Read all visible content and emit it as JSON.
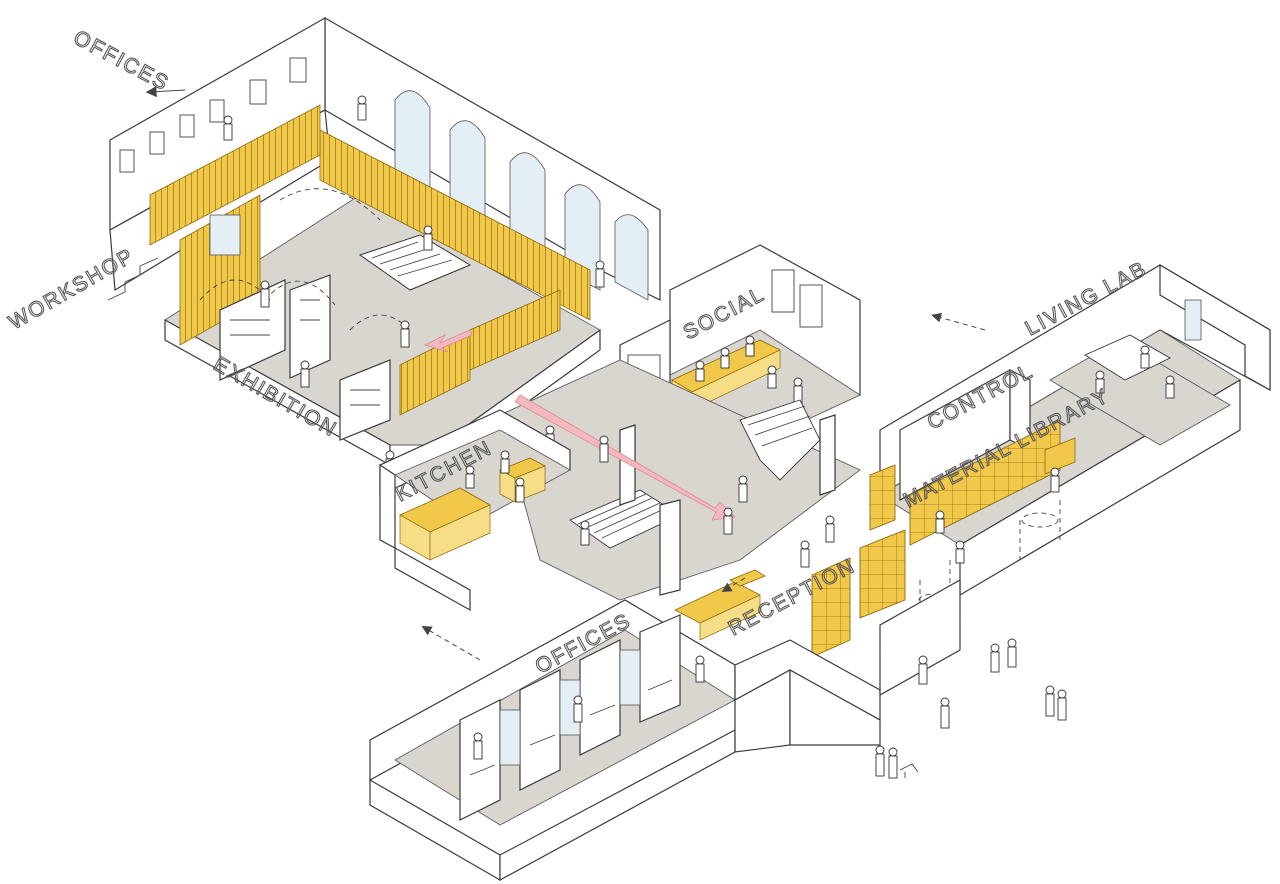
{
  "labels": {
    "offices_top": "OFFICES",
    "workshop": "WORKSHOP",
    "exhibition": "EXHIBITION",
    "social": "SOCIAL",
    "kitchen": "KITCHEN",
    "living_lab": "LIVING LAB",
    "control": "CONTROL",
    "material_library": "MATERIAL LIBRARY",
    "reception": "RECEPTION",
    "offices_bottom": "OFFICES"
  },
  "colors": {
    "accent_timber": "#f2c84b",
    "floor": "#d8d6cf",
    "circulation_arrow": "#f4b8bf",
    "linework": "#3a3a3a"
  }
}
